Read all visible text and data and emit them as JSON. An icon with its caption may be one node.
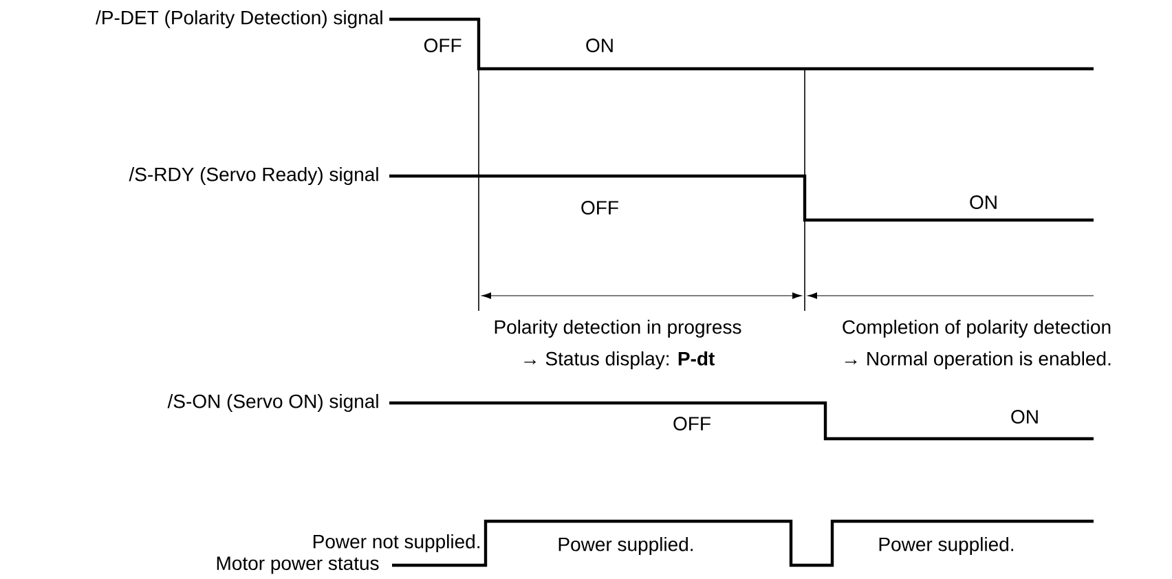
{
  "diagram": {
    "labels": [
      "/P-DET (Polarity Detection) signal",
      "OFF",
      "ON",
      "/S-RDY (Servo Ready) signal",
      "OFF",
      "ON",
      "Polarity detection in progress",
      "→ Status display: **P-dt**",
      "Completion of polarity detection",
      "→ Normal operation is enabled.",
      "/S-ON (Servo ON) signal",
      "OFF",
      "ON",
      "Power not supplied.",
      "Power supplied.",
      "Power supplied.",
      "Motor power status"
    ]
  }
}
